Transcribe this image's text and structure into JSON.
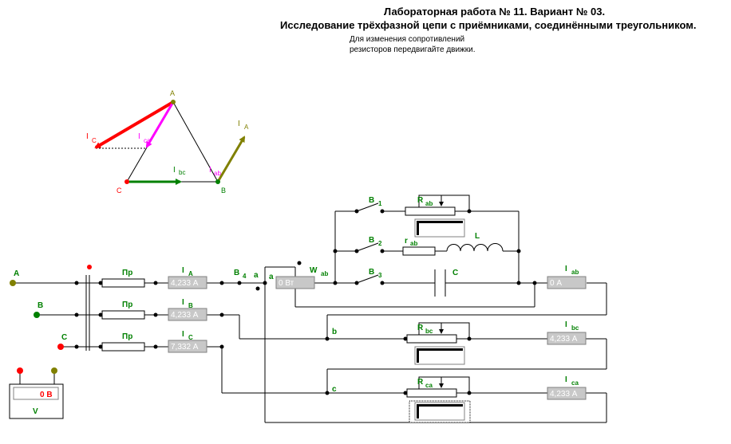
{
  "header": {
    "title_line1": "Лабораторная работа № 11. Вариант № 03.",
    "title_line2": "Исследование трёхфазной цепи с приёмниками, соединёнными треугольником.",
    "hint_line1": "Для изменения сопротивлений",
    "hint_line2": "резисторов передвигайте движки."
  },
  "phasor_diagram": {
    "vertex_a": "A",
    "vertex_b": "B",
    "vertex_c": "C",
    "i_label": "I",
    "ic_sub": "C",
    "ia_sub": "A",
    "ica_sub": "ca",
    "iab_sub": "ab",
    "ibc_text": "I",
    "ibc_sub": "bc",
    "colors": {
      "triangle": "#000000",
      "ic": "#ff0000",
      "ica": "#ff00ff",
      "ia": "#808000",
      "ibc": "#008000"
    }
  },
  "source": {
    "phase_a": "A",
    "phase_b": "B",
    "phase_c": "C",
    "fuse_label": "Пр"
  },
  "meters": {
    "ia": {
      "name": "I",
      "sub": "A",
      "value": "4,233 А"
    },
    "ib": {
      "name": "I",
      "sub": "B",
      "value": "4,233 А"
    },
    "ic": {
      "name": "I",
      "sub": "C",
      "value": "7,332 А"
    },
    "wattmeter": {
      "name": "W",
      "sub": "ab",
      "value": "0 Вт"
    },
    "iab": {
      "name": "I",
      "sub": "ab",
      "value": "0 А"
    },
    "ibc": {
      "name": "I",
      "sub": "bc",
      "value": "4,233 А"
    },
    "ica": {
      "name": "I",
      "sub": "ca",
      "value": "4,233 А"
    }
  },
  "switches": {
    "b1": {
      "name": "B",
      "sub": "1"
    },
    "b2": {
      "name": "B",
      "sub": "2"
    },
    "b3": {
      "name": "B",
      "sub": "3"
    },
    "b4": {
      "name": "B",
      "sub": "4"
    }
  },
  "components": {
    "rab": {
      "name": "R",
      "sub": "ab"
    },
    "r_ab_small": {
      "name": "r",
      "sub": "ab"
    },
    "inductor": "L",
    "capacitor": "C",
    "rbc": {
      "name": "R",
      "sub": "bc"
    },
    "rca": {
      "name": "R",
      "sub": "ca"
    }
  },
  "nodes": {
    "a1": "a",
    "a2": "a",
    "b": "b",
    "c": "c"
  },
  "voltmeter": {
    "value": "0 В",
    "label": "V"
  }
}
